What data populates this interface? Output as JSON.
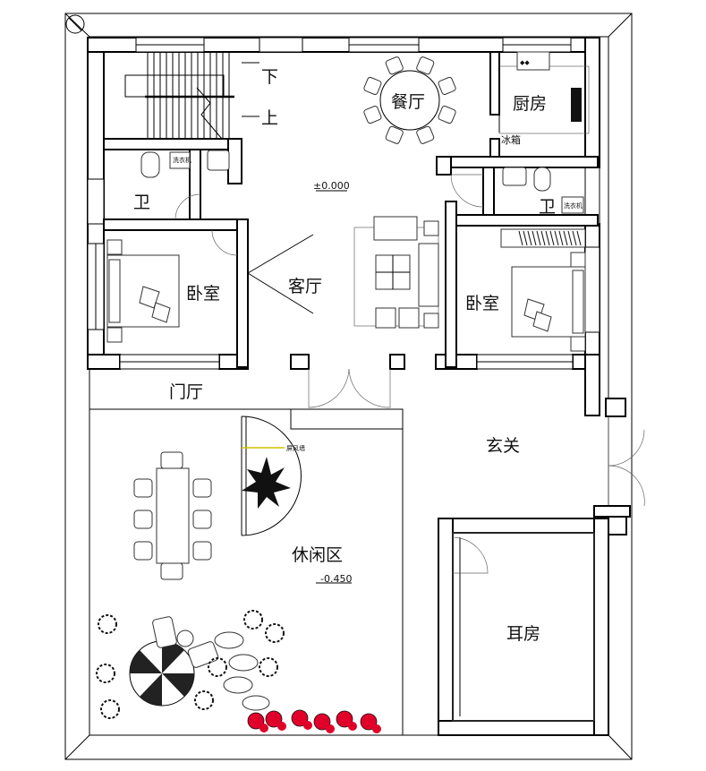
{
  "rooms": {
    "dining": "餐厅",
    "kitchen": "厨房",
    "fridge": "冰箱",
    "bath_left": "卫",
    "bath_right": "卫",
    "bedroom_left": "卧室",
    "bedroom_right": "卧室",
    "living": "客厅",
    "foyer": "门厅",
    "entrance": "玄关",
    "leisure": "休闲区",
    "side_room": "耳房"
  },
  "stairs": {
    "down": "下",
    "up": "上"
  },
  "levels": {
    "main": "±0.000",
    "leisure": "-0.450"
  },
  "labels": {
    "screen_wall": "屏风墙",
    "washer_left": "洗衣机",
    "washer_right": "洗衣机"
  },
  "colors": {
    "line": "#000000",
    "flowers": "#e0002a",
    "background": "#ffffff"
  }
}
